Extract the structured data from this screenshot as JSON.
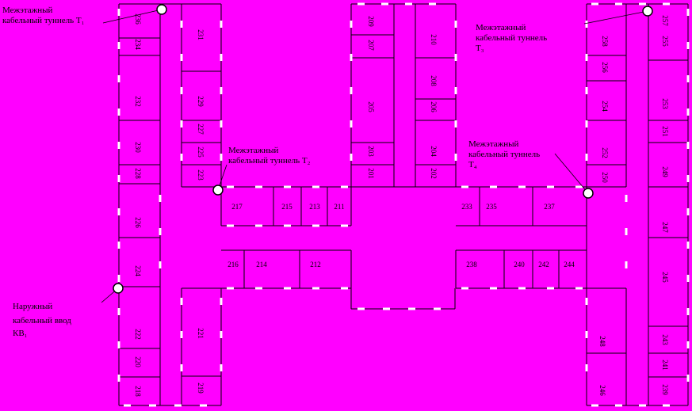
{
  "diagram": {
    "background": "#ff00ff",
    "line_color": "#000000",
    "window_color": "#ffffff",
    "labels": {
      "t1": [
        "Межэтажный",
        "кабельный туннель Т₁"
      ],
      "t2": [
        "Межэтажный",
        "кабельный туннель Т₂"
      ],
      "t3": [
        "Межэтажный",
        "кабельный туннель",
        "Т₃"
      ],
      "t4": [
        "Межэтажный",
        "кабельный туннель",
        "Т₄"
      ],
      "entry": [
        "Наружный",
        "кабельный ввод",
        "КВ₁"
      ]
    },
    "rooms": {
      "leftOuter": [
        "218",
        "220",
        "222",
        "224",
        "226",
        "228",
        "230",
        "232",
        "234",
        "236"
      ],
      "leftInner": [
        "219",
        "221",
        "223",
        "225",
        "227",
        "229",
        "231"
      ],
      "topMidLeft": [
        "201",
        "203",
        "205",
        "207",
        "209"
      ],
      "topMidRight": [
        "202",
        "204",
        "206",
        "208",
        "210"
      ],
      "midTop": [
        "217",
        "215",
        "213",
        "211"
      ],
      "midBottom": [
        "216",
        "214",
        "212"
      ],
      "rightMidTop": [
        "233",
        "235",
        "237"
      ],
      "rightMidBottom": [
        "238",
        "240",
        "242",
        "244"
      ],
      "rightInner": [
        "246",
        "248",
        "250",
        "252",
        "254",
        "256",
        "258"
      ],
      "rightOuter": [
        "239",
        "241",
        "243",
        "245",
        "247",
        "249",
        "251",
        "253",
        "255",
        "257"
      ]
    }
  }
}
